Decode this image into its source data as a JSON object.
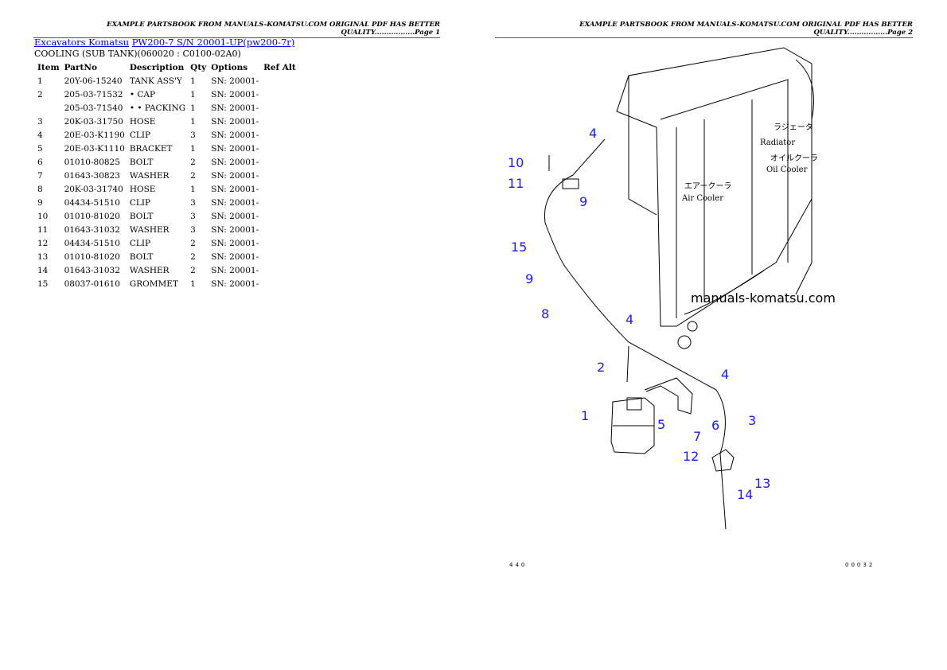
{
  "header": {
    "page1": "EXAMPLE PARTSBOOK FROM MANUALS-KOMATSU.COM ORIGINAL PDF HAS BETTER QUALITY.................Page 1",
    "page2": "EXAMPLE PARTSBOOK FROM MANUALS-KOMATSU.COM ORIGINAL PDF HAS BETTER QUALITY.................Page 2"
  },
  "breadcrumb": {
    "link1": "Excavators Komatsu",
    "link2": "PW200-7 S/N 20001-UP(pw200-7r)"
  },
  "subtitle": "COOLING (SUB TANK)(060020 : C0100-02A0)",
  "table": {
    "headers": [
      "Item",
      "PartNo",
      "Description",
      "Qty",
      "Options",
      "Ref Alt"
    ],
    "rows": [
      [
        "1",
        "20Y-06-15240",
        "TANK ASS'Y",
        "1",
        "SN: 20001-",
        ""
      ],
      [
        "2",
        "205-03-71532",
        "• CAP",
        "1",
        "SN: 20001-",
        ""
      ],
      [
        "",
        "205-03-71540",
        "• • PACKING",
        "1",
        "SN: 20001-",
        ""
      ],
      [
        "3",
        "20K-03-31750",
        "HOSE",
        "1",
        "SN: 20001-",
        ""
      ],
      [
        "4",
        "20E-03-K1190",
        "CLIP",
        "3",
        "SN: 20001-",
        ""
      ],
      [
        "5",
        "20E-03-K1110",
        "BRACKET",
        "1",
        "SN: 20001-",
        ""
      ],
      [
        "6",
        "01010-80825",
        "BOLT",
        "2",
        "SN: 20001-",
        ""
      ],
      [
        "7",
        "01643-30823",
        "WASHER",
        "2",
        "SN: 20001-",
        ""
      ],
      [
        "8",
        "20K-03-31740",
        "HOSE",
        "1",
        "SN: 20001-",
        ""
      ],
      [
        "9",
        "04434-51510",
        "CLIP",
        "3",
        "SN: 20001-",
        ""
      ],
      [
        "10",
        "01010-81020",
        "BOLT",
        "3",
        "SN: 20001-",
        ""
      ],
      [
        "11",
        "01643-31032",
        "WASHER",
        "3",
        "SN: 20001-",
        ""
      ],
      [
        "12",
        "04434-51510",
        "CLIP",
        "2",
        "SN: 20001-",
        ""
      ],
      [
        "13",
        "01010-81020",
        "BOLT",
        "2",
        "SN: 20001-",
        ""
      ],
      [
        "14",
        "01643-31032",
        "WASHER",
        "2",
        "SN: 20001-",
        ""
      ],
      [
        "15",
        "08037-01610",
        "GROMMET",
        "1",
        "SN: 20001-",
        ""
      ]
    ]
  },
  "diagram": {
    "watermark": "manuals-komatsu.com",
    "label_radiator_jp": "ラジェータ",
    "label_radiator": "Radiator",
    "label_aircooler_jp": "エアークーラ",
    "label_aircooler": "Air Cooler",
    "label_oilcooler_jp": "オイルクーラ",
    "label_oilcooler": "Oil Cooler",
    "callout_color": "#1a1aff",
    "callouts": [
      "4",
      "10",
      "11",
      "9",
      "15",
      "9",
      "8",
      "4",
      "2",
      "4",
      "3",
      "1",
      "5",
      "6",
      "7",
      "12",
      "13",
      "14"
    ]
  },
  "footer": {
    "left": "440",
    "right": "00032"
  }
}
